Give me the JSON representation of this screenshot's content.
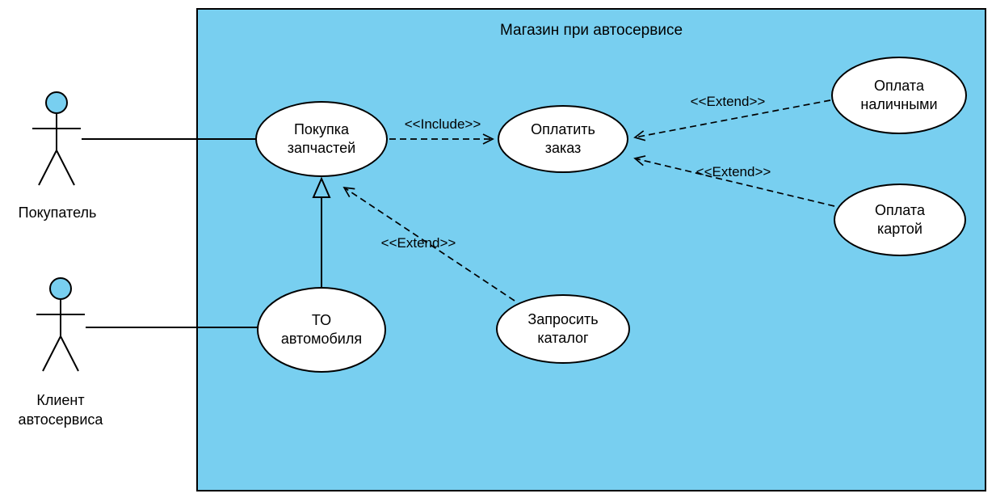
{
  "diagram": {
    "title": "Магазин при автосервисе",
    "actors": [
      {
        "label": "Покупатель"
      },
      {
        "label": "Клиент\nавтосервиса"
      }
    ],
    "use_cases": [
      {
        "label": "Покупка\nзапчастей"
      },
      {
        "label": "Оплатить\nзаказ"
      },
      {
        "label": "Оплата\nналичными"
      },
      {
        "label": "Оплата\nкартой"
      },
      {
        "label": "ТО\nавтомобиля"
      },
      {
        "label": "Запросить\nкаталог"
      }
    ],
    "connectors": [
      {
        "label": "<<Include>>"
      },
      {
        "label": "<<Extend>>"
      },
      {
        "label": "<<Extend>>"
      },
      {
        "label": "<<Extend>>"
      }
    ],
    "colors": {
      "boundary_fill": "#78CFF0",
      "node_fill": "#FFFFFF",
      "stroke": "#000000"
    }
  }
}
